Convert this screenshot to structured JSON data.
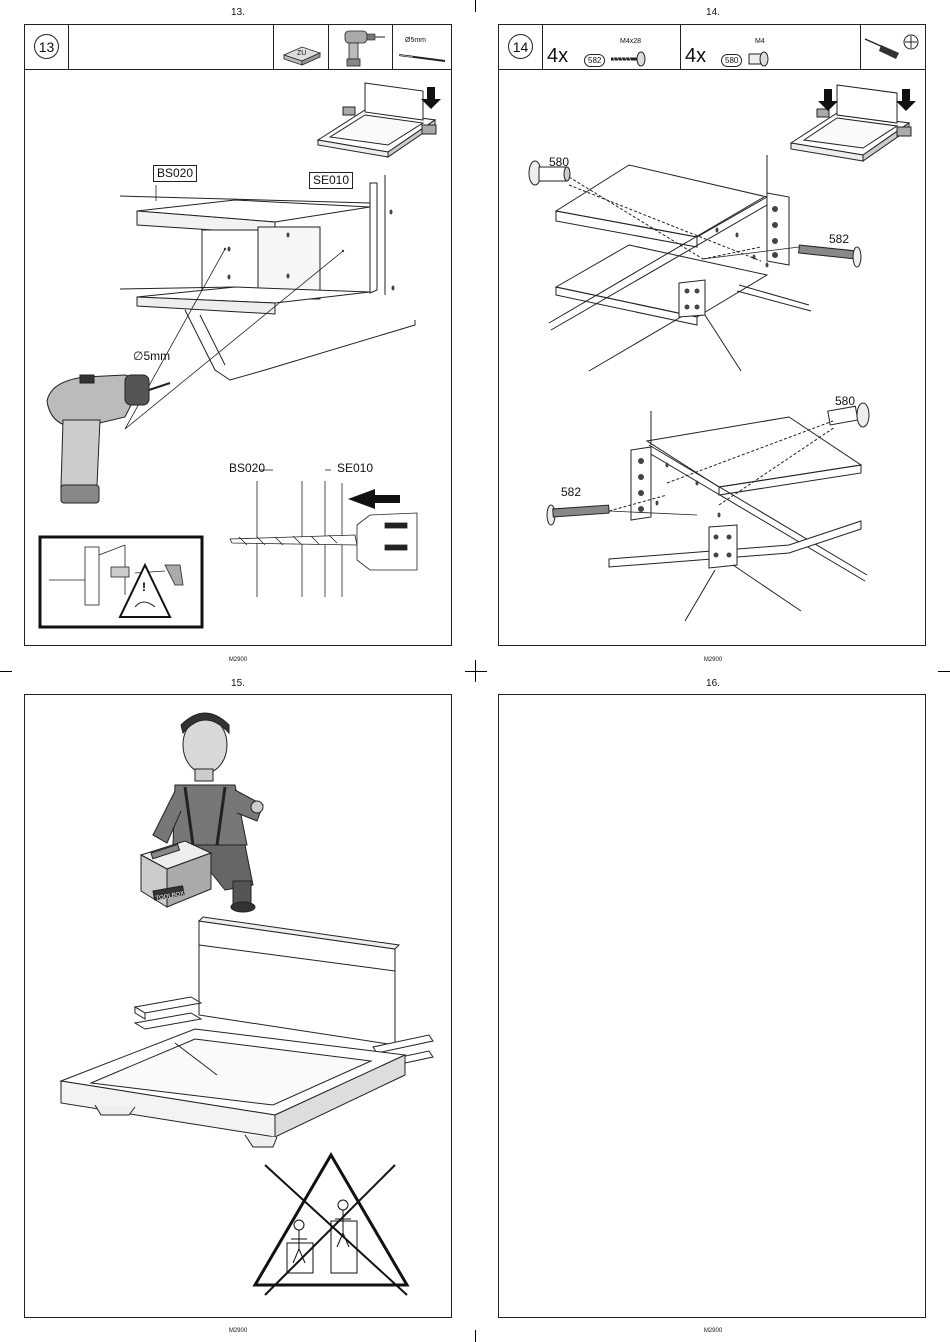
{
  "pages": [
    {
      "number": "13.",
      "footer": "M2900"
    },
    {
      "number": "14.",
      "footer": "M2900"
    },
    {
      "number": "15.",
      "footer": "M2900"
    },
    {
      "number": "16.",
      "footer": "M2900"
    }
  ],
  "step13": {
    "step": "13",
    "tools": {
      "glue": "ZU",
      "drill_bit": "Ø5mm"
    },
    "labels": {
      "part_a": "BS020",
      "part_b": "SE010",
      "drill_size": "∅5mm"
    }
  },
  "step14": {
    "step": "14",
    "hardware": [
      {
        "qty": "4x",
        "part": "582",
        "spec": "M4x28"
      },
      {
        "qty": "4x",
        "part": "580",
        "spec": "M4"
      }
    ],
    "labels": {
      "screw": "582",
      "nut": "580"
    }
  },
  "step15": {
    "toolbox_text": "TOOLBOX"
  },
  "icons": [
    "drill-icon",
    "screwdriver-icon",
    "phillips-head-icon",
    "glue-icon",
    "warning-icon",
    "no-climbing-icon"
  ]
}
